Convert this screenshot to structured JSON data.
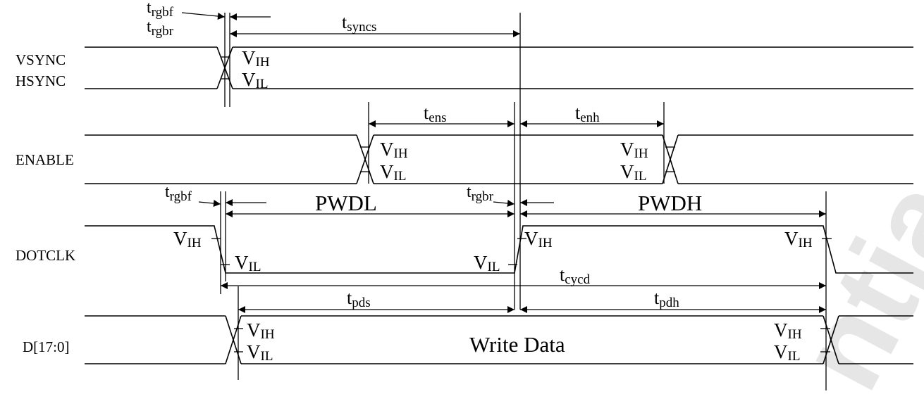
{
  "signals": {
    "vsync": "VSYNC",
    "hsync": "HSYNC",
    "enable": "ENABLE",
    "dotclk": "DOTCLK",
    "data": "D[17:0]"
  },
  "levels": {
    "high": "V",
    "high_sub": "IH",
    "low": "V",
    "low_sub": "IL"
  },
  "timings": {
    "t": "t",
    "rgbf_sub": "rgbf",
    "rgbr_sub": "rgbr",
    "syncs_sub": "syncs",
    "ens_sub": "ens",
    "enh_sub": "enh",
    "cycd_sub": "cycd",
    "pds_sub": "pds",
    "pdh_sub": "pdh",
    "pwdl": "PWDL",
    "pwdh": "PWDH"
  },
  "data_label": "Write Data",
  "watermark": "ntia",
  "colors": {
    "line": "#000000",
    "watermark": "#e6e6e6"
  }
}
